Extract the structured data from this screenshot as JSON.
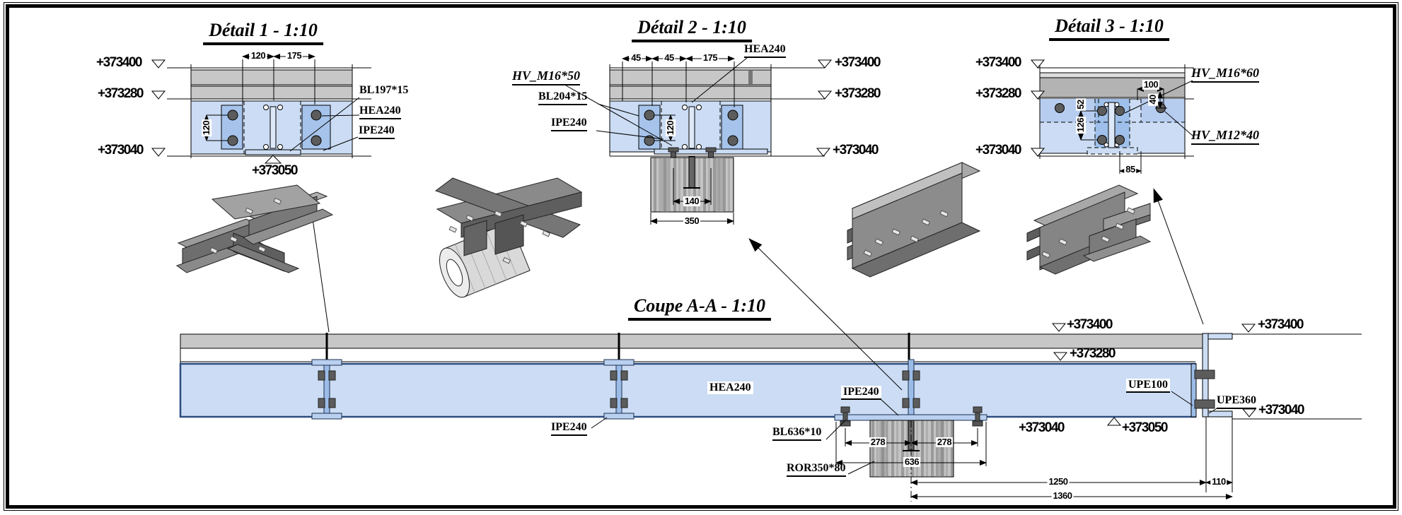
{
  "d1": {
    "title": "Détail 1 - 1:10",
    "elev_400": "+373400",
    "elev_280": "+373280",
    "elev_040": "+373040",
    "elev_050": "+373050",
    "dim_120h": "120",
    "dim_175": "175",
    "dim_120v": "120",
    "lbl_bl": "BL197*15",
    "lbl_hea": "HEA240",
    "lbl_ipe": "IPE240"
  },
  "d2": {
    "title": "Détail 2 - 1:10",
    "lbl_hv": "HV_M16*50",
    "lbl_bl": "BL204*15",
    "lbl_ipe": "IPE240",
    "lbl_hea": "HEA240",
    "elev_400": "+373400",
    "elev_280": "+373280",
    "elev_040": "+373040",
    "dim_45a": "45",
    "dim_45b": "45",
    "dim_175": "175",
    "dim_120v": "120",
    "dim_140": "140",
    "dim_350": "350"
  },
  "d3": {
    "title": "Détail 3 - 1:10",
    "elev_400": "+373400",
    "elev_280": "+373280",
    "elev_040": "+373040",
    "lbl_hv16": "HV_M16*60",
    "lbl_hv12": "HV_M12*40",
    "dim_100": "100",
    "dim_40": "40",
    "dim_52": "52",
    "dim_126": "126",
    "dim_85": "85"
  },
  "coupe": {
    "title": "Coupe A-A - 1:10",
    "lbl_hea": "HEA240",
    "lbl_ipe_left": "IPE240",
    "lbl_ipe_mid": "IPE240",
    "lbl_bl": "BL636*10",
    "lbl_ror": "ROR350*80",
    "lbl_upe100": "UPE100",
    "lbl_upe360": "UPE360",
    "elev_400_left": "+373400",
    "elev_280": "+373280",
    "elev_400_right": "+373400",
    "elev_040_right": "+373040",
    "elev_040_bottom": "+373040",
    "elev_050": "+373050",
    "dim_278a": "278",
    "dim_278b": "278",
    "dim_636": "636",
    "dim_1250": "1250",
    "dim_1360": "1360",
    "dim_110": "110"
  },
  "colors": {
    "beam_blue": "#cbdcf4",
    "plate_blue": "#a6c3eb",
    "web_blue": "#9cbce8",
    "slab_gray": "#c7c7c7",
    "slab_dark": "#b3b3b3",
    "bolt_gray": "#5c5c5c",
    "edge_blue": "#2d4d80",
    "steel_dark": "#6e6e6e",
    "steel_mid": "#8c8c8c",
    "steel_light": "#a8a8a8"
  }
}
